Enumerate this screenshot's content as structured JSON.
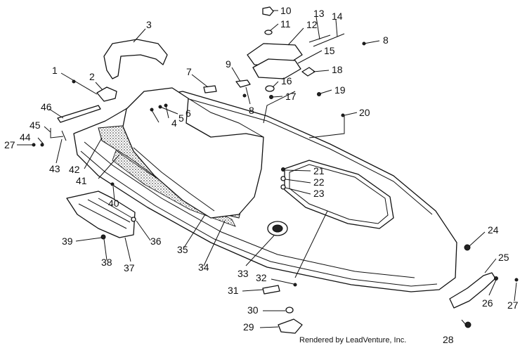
{
  "credit": "Rendered by LeadVenture, Inc.",
  "callouts": [
    {
      "id": "1",
      "label": "1"
    },
    {
      "id": "2",
      "label": "2"
    },
    {
      "id": "3",
      "label": "3"
    },
    {
      "id": "4",
      "label": "4"
    },
    {
      "id": "5",
      "label": "5"
    },
    {
      "id": "6",
      "label": "6"
    },
    {
      "id": "7",
      "label": "7"
    },
    {
      "id": "8a",
      "label": "8"
    },
    {
      "id": "8b",
      "label": "8"
    },
    {
      "id": "9",
      "label": "9"
    },
    {
      "id": "10",
      "label": "10"
    },
    {
      "id": "11",
      "label": "11"
    },
    {
      "id": "12",
      "label": "12"
    },
    {
      "id": "13",
      "label": "13"
    },
    {
      "id": "14",
      "label": "14"
    },
    {
      "id": "15",
      "label": "15"
    },
    {
      "id": "16",
      "label": "16"
    },
    {
      "id": "17",
      "label": "17"
    },
    {
      "id": "18",
      "label": "18"
    },
    {
      "id": "19",
      "label": "19"
    },
    {
      "id": "20",
      "label": "20"
    },
    {
      "id": "21",
      "label": "21"
    },
    {
      "id": "22",
      "label": "22"
    },
    {
      "id": "23",
      "label": "23"
    },
    {
      "id": "24",
      "label": "24"
    },
    {
      "id": "25",
      "label": "25"
    },
    {
      "id": "26",
      "label": "26"
    },
    {
      "id": "27a",
      "label": "27"
    },
    {
      "id": "27b",
      "label": "27"
    },
    {
      "id": "28",
      "label": "28"
    },
    {
      "id": "29",
      "label": "29"
    },
    {
      "id": "30",
      "label": "30"
    },
    {
      "id": "31",
      "label": "31"
    },
    {
      "id": "32",
      "label": "32"
    },
    {
      "id": "33",
      "label": "33"
    },
    {
      "id": "34",
      "label": "34"
    },
    {
      "id": "35",
      "label": "35"
    },
    {
      "id": "36",
      "label": "36"
    },
    {
      "id": "37",
      "label": "37"
    },
    {
      "id": "38",
      "label": "38"
    },
    {
      "id": "39",
      "label": "39"
    },
    {
      "id": "40",
      "label": "40"
    },
    {
      "id": "41",
      "label": "41"
    },
    {
      "id": "42",
      "label": "42"
    },
    {
      "id": "43",
      "label": "43"
    },
    {
      "id": "44",
      "label": "44"
    },
    {
      "id": "45",
      "label": "45"
    },
    {
      "id": "46",
      "label": "46"
    }
  ]
}
